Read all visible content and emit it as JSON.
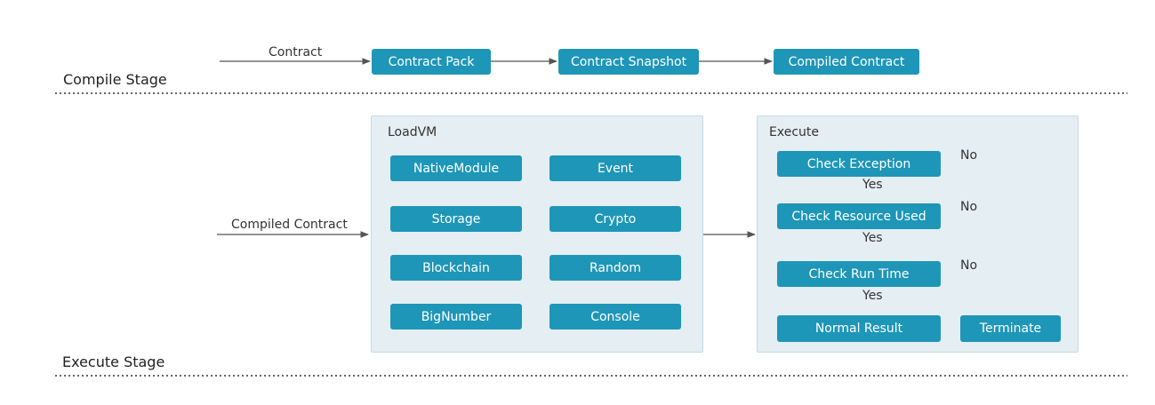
{
  "compile_stage": {
    "label": "Compile Stage",
    "input_label": "Contract",
    "steps": [
      "Contract Pack",
      "Contract Snapshot",
      "Compiled Contract"
    ]
  },
  "execute_stage": {
    "label": "Execute Stage",
    "input_label": "Compiled Contract",
    "loadvm": {
      "title": "LoadVM",
      "modules": [
        "NativeModule",
        "Event",
        "Storage",
        "Crypto",
        "Blockchain",
        "Random",
        "BigNumber",
        "Console"
      ]
    },
    "execute": {
      "title": "Execute",
      "checks": [
        "Check Exception",
        "Check Resource Used",
        "Check Run Time"
      ],
      "result": "Normal Result",
      "terminate": "Terminate",
      "yes_label": "Yes",
      "no_label": "No"
    }
  },
  "colors": {
    "box": "#1e96b8",
    "panel": "#e4eef3",
    "line": "#555555"
  }
}
